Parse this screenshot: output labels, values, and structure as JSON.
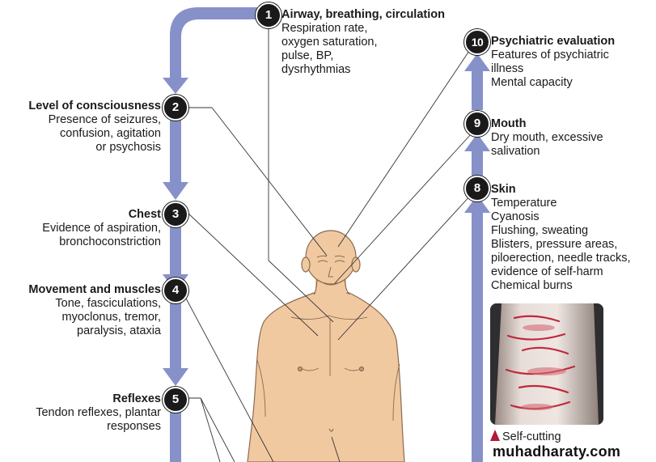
{
  "steps": [
    {
      "num": "1",
      "title": "Airway, breathing, circulation",
      "lines": [
        "Respiration rate,",
        "oxygen saturation,",
        "pulse, BP,",
        "dysrhythmias"
      ]
    },
    {
      "num": "2",
      "title": "Level of consciousness",
      "lines": [
        "Presence of seizures,",
        "confusion, agitation",
        "or psychosis"
      ]
    },
    {
      "num": "3",
      "title": "Chest",
      "lines": [
        "Evidence of aspiration,",
        "bronchoconstriction"
      ]
    },
    {
      "num": "4",
      "title": "Movement and muscles",
      "lines": [
        "Tone, fasciculations,",
        "myoclonus, tremor,",
        "paralysis, ataxia"
      ]
    },
    {
      "num": "5",
      "title": "Reflexes",
      "lines": [
        "Tendon reflexes, plantar",
        "responses"
      ]
    },
    {
      "num": "8",
      "title": "Skin",
      "lines": [
        "Temperature",
        "Cyanosis",
        "Flushing, sweating",
        "Blisters, pressure areas,",
        "piloerection, needle tracks,",
        "evidence of self-harm",
        "Chemical burns"
      ]
    },
    {
      "num": "9",
      "title": "Mouth",
      "lines": [
        "Dry mouth, excessive",
        "salivation"
      ]
    },
    {
      "num": "10",
      "title": "Psychiatric evaluation",
      "lines": [
        "Features of psychiatric",
        "illness",
        "Mental capacity"
      ]
    }
  ],
  "photo_caption": "Self-cutting",
  "watermark": "muhadharaty.com",
  "colors": {
    "arrow": "#8791c9",
    "skin": "#f1c9a1",
    "skin_outline": "#8a6a4f",
    "badge": "#1a1a1a",
    "caption_marker": "#b3173b"
  }
}
